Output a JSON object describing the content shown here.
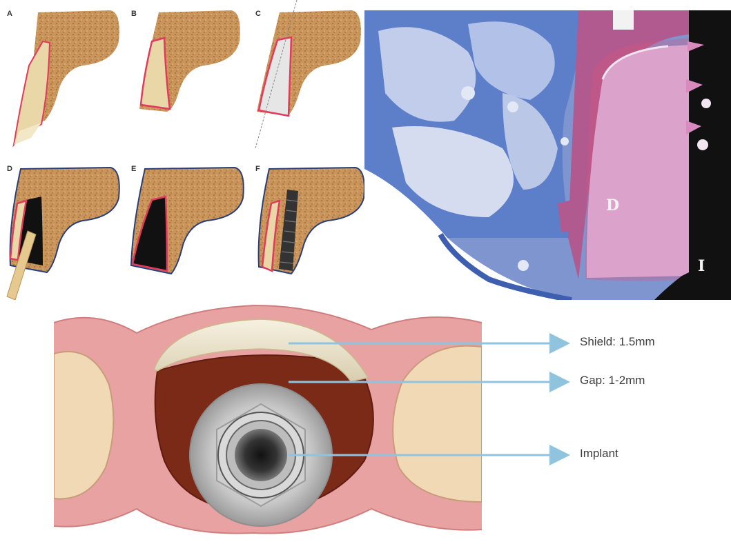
{
  "socket_shield_steps": {
    "labels": [
      "A",
      "B",
      "C",
      "D",
      "E",
      "F"
    ]
  },
  "histology": {
    "label_dentin": "D",
    "label_implant": "I"
  },
  "cross_section": {
    "callouts": [
      {
        "text": "Shield: 1.5mm"
      },
      {
        "text": "Gap: 1-2mm"
      },
      {
        "text": "Implant"
      }
    ]
  },
  "colors": {
    "bone": "#c9955a",
    "bone_edge": "#2a3f7a",
    "soft_tissue_edge": "#e03a5c",
    "tooth": "#e9d7a8",
    "gum": "#e8a2a2",
    "gap_blood": "#7a2a17",
    "arrow": "#8fc3de",
    "histo_blue": "#4d6fc0",
    "histo_pink": "#d98bc0",
    "implant_black": "#111111"
  }
}
